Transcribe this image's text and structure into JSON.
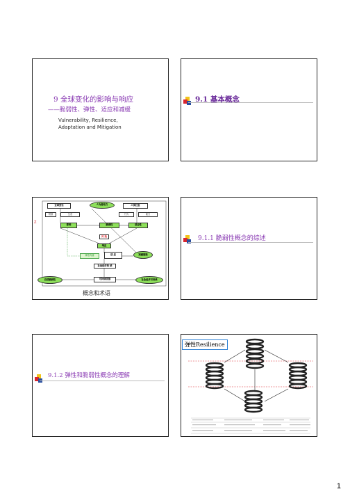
{
  "slide1": {
    "title": "9 全球变化的影响与响应",
    "subtitle": "——脆弱性、弹性、适应和减缓",
    "english_line1": "Vulnerability, Resilience,",
    "english_line2": "Adaptation and Mitigation"
  },
  "slide2": {
    "title": "9.1 基本概念"
  },
  "slide3": {
    "caption": "概念和术语",
    "diagram": {
      "global_change": "全球变化",
      "human_drivers": "人为驱动力",
      "human_society": "人类社会",
      "sub1": "物候",
      "sub2": "生态",
      "sub3": "行为",
      "sub4": "能力",
      "impact": "影响",
      "vulnerability": "脆弱性",
      "adaptability": "适应性",
      "risk": "风 险",
      "response": "响应",
      "resilience_build": "弹性构建",
      "adaptation": "适 应",
      "mitigation": "减缓措施",
      "socioeco": "社会经济系 统",
      "natural_vuln": "自然脆弱性",
      "sustainable_dev": "可持续发展",
      "social_sustain": "社会经济可持续",
      "side_mark": "Z"
    }
  },
  "slide4": {
    "title": "9.1.1 脆弱性概念的综述"
  },
  "slide5": {
    "title": "9.1.2 弹性和脆弱性概念的理解"
  },
  "slide6": {
    "label": "弹性Resilience"
  },
  "page_number": "1",
  "colors": {
    "title": "#8a3bb3",
    "deco_yellow": "#f2c318",
    "deco_red": "#d9262e",
    "deco_blue": "#2a4fa0"
  }
}
